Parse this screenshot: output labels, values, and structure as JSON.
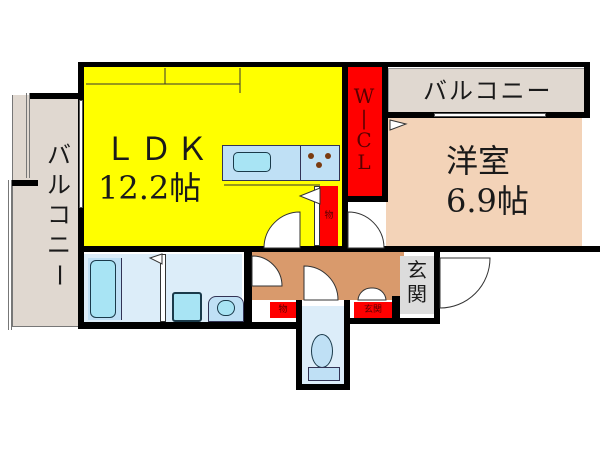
{
  "floorplan": {
    "rooms": {
      "ldk": {
        "name": "ＬＤＫ",
        "size": "12.2帖",
        "color": "#ffff00"
      },
      "western_room": {
        "name": "洋室",
        "size": "6.9帖",
        "color": "#f3d3b8"
      },
      "walk_in_closet": {
        "name_lines": [
          "W",
          "|",
          "C",
          "L"
        ],
        "color": "#ff0000"
      },
      "balcony_top": {
        "name": "バルコニー",
        "color": "#e0d8d0"
      },
      "balcony_left": {
        "name_chars": [
          "バ",
          "ル",
          "コ",
          "ニ",
          "ー"
        ],
        "color": "#e0d8d0"
      },
      "entrance": {
        "name_chars": [
          "玄",
          "関"
        ],
        "color": "#dcdcdc"
      },
      "hallway": {
        "color": "#d99a6c"
      },
      "bathroom": {
        "color": "#dcedf9"
      },
      "toilet": {
        "color": "#dcedf9"
      }
    },
    "storage_labels": {
      "storage_kitchen": "物",
      "storage_hall": "物",
      "storage_entrance": "玄関"
    },
    "colors": {
      "wall": "#000000",
      "fixture_fill": "#a8e4f4",
      "fixture_stroke": "#1a3a4a",
      "kitchen_counter": "#bfe0f5",
      "door_swing": "#ffffff"
    }
  }
}
